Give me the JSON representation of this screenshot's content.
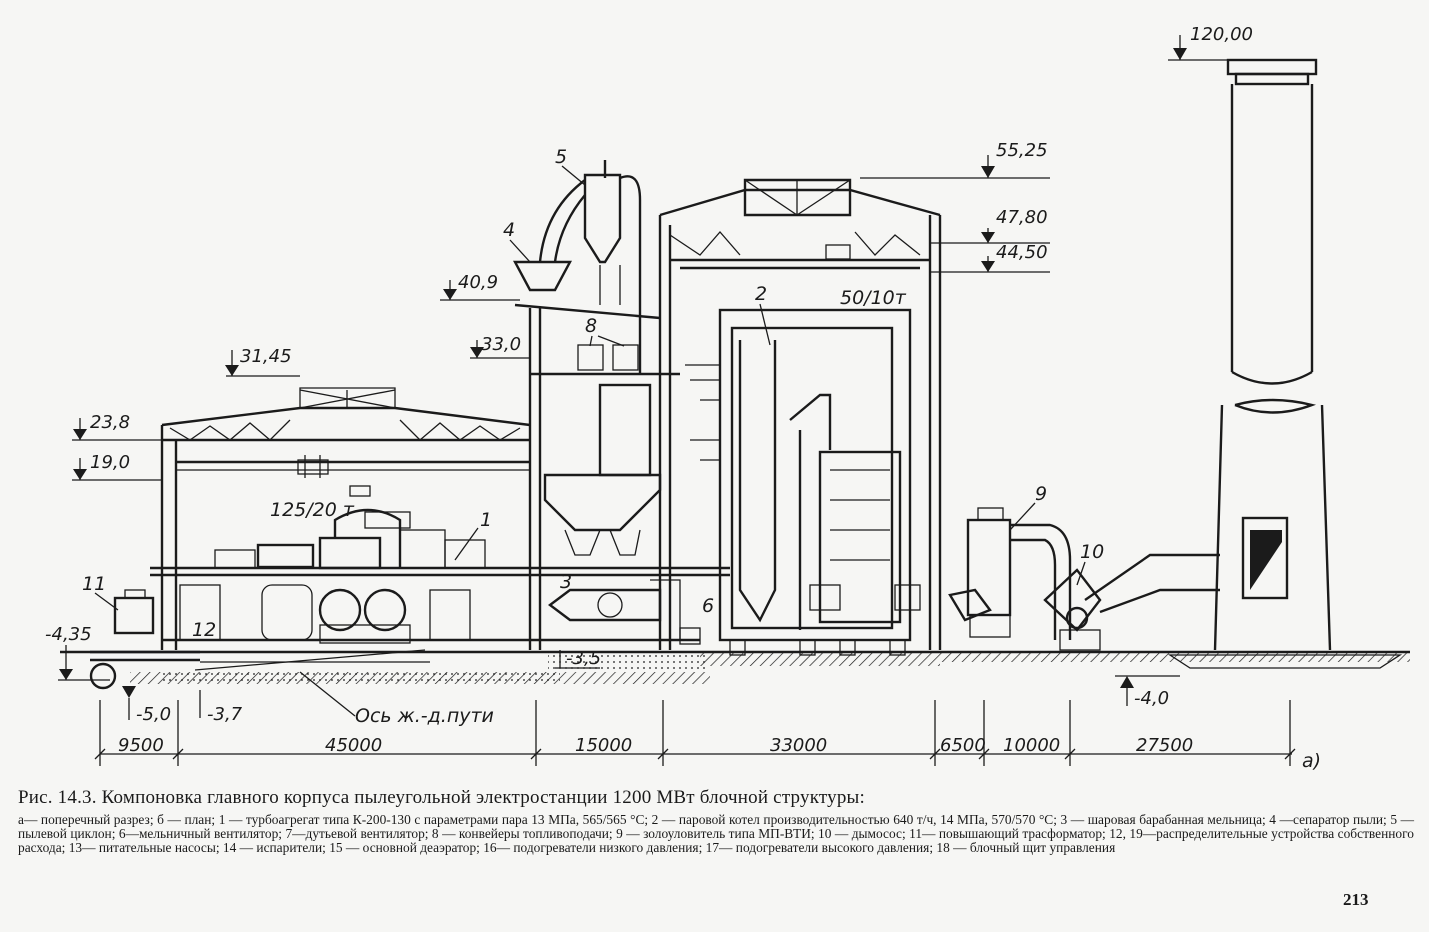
{
  "figure": {
    "elevations": [
      "120,00",
      "55,25",
      "47,80",
      "44,50",
      "40,9",
      "33,0",
      "31,45",
      "23,8",
      "19,0",
      "-4,35",
      "-3,5",
      "-5,0",
      "-3,7",
      "-4,0"
    ],
    "numbers": [
      "1",
      "2",
      "3",
      "4",
      "5",
      "6",
      "8",
      "9",
      "10",
      "11",
      "12"
    ],
    "crane_main": "125/20 т",
    "crane_boiler": "50/10т",
    "rail_axis": "Ось ж.-д.пути",
    "dimensions": [
      "9500",
      "45000",
      "15000",
      "33000",
      "6500",
      "10000",
      "27500"
    ],
    "panel_letter": "а)"
  },
  "caption": {
    "title": "Рис. 14.3. Компоновка главного корпуса пылеугольной электростанции 1200 МВт блочной структуры:",
    "legend": "а— поперечный разрез; б — план; 1 — турбоагрегат типа К-200-130 с параметрами пара 13 МПа, 565/565 °С; 2 — паровой котел производительностью 640 т/ч, 14 МПа, 570/570 °С; 3 — шаровая барабанная мельница; 4 —сепаратор пыли; 5 —пылевой циклон; 6—мельничный вентилятор; 7—дутьевой вентилятор; 8 — конвейеры топливоподачи; 9 — золоуловитель типа МП-ВТИ; 10 — дымосос; 11— повышающий трасформатор; 12, 19—распределительные устройства собственного расхода; 13— питательные насосы; 14 — испарители; 15 — основной деаэратор; 16— подогреватели низкого давления; 17— подогреватели высокого давления; 18 — блочный щит управления"
  },
  "page_number": "213"
}
